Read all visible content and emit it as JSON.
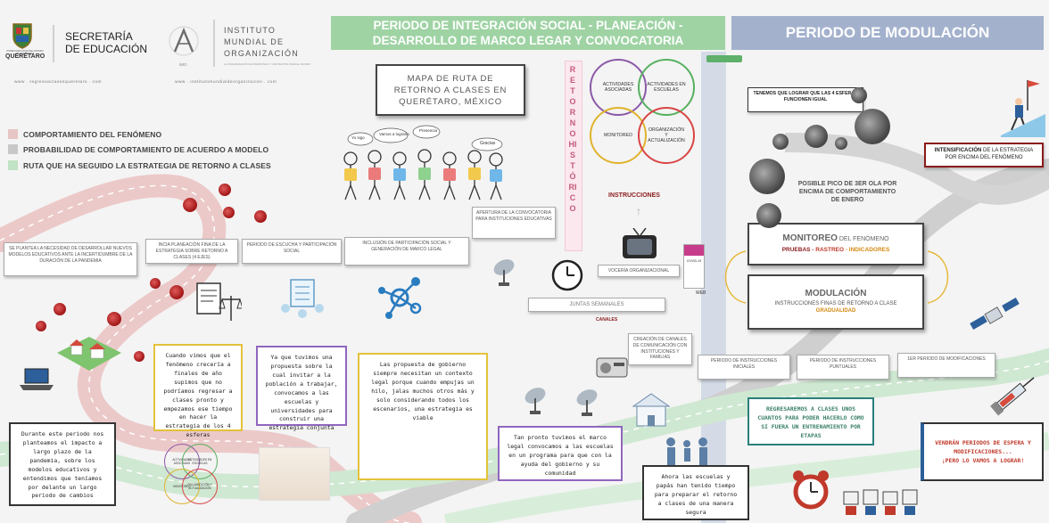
{
  "header": {
    "seal_caption": "PODER EJECUTIVO DEL ESTADO DE QUERÉTARO",
    "queretaro": "QUERÉTARO",
    "secretaria": "SECRETARÍA\nDE EDUCACIÓN",
    "secretaria_url": "www . regresoaclasesqueretaro . com",
    "instituto": "INSTITUTO\nMUNDIAL DE\nORGANIZACIÓN",
    "instituto_sub": "LA ORGANIZACIÓN EN PERSONAS Y CONTEXTOS PARA EL MUNDO",
    "imo": "IMO",
    "instituto_url": "www . institutomundialdeorganizacion . com"
  },
  "period_banner_1": "PERIODO DE INTEGRACIÓN SOCIAL - PLANEACIÓN -\nDESARROLLO DE MARCO LEGAR Y CONVOCATORIA",
  "period_banner_2": "PERIODO DE MODULACIÓN",
  "map_title": "MAPA DE RUTA DE\nRETORNO A CLASES EN\nQUERÉTARO, MÉXICO",
  "legend": {
    "item1": "COMPORTAMIENTO DEL FENÓMENO",
    "item2": "PROBABILIDAD DE COMPORTAMIENTO DE ACUERDO A MODELO",
    "item3": "RUTA QUE HA SEGUIDO LA ESTRATEGIA DE RETORNO A CLASES",
    "colors": {
      "item1": "#e8c5c5",
      "item2": "#c8c8c8",
      "item3": "#bfe3c4"
    }
  },
  "vertical_word": "RETORNO\nHISTÓRICO",
  "circles": {
    "c1": "ACTIVIDADES\nASOCIADAS",
    "c2": "ACTIVIDADES EN\nESCUELAS",
    "c3": "MONITOREO",
    "c4": "ORGANIZACIÓN\nY\nACTUALIZACIÓN"
  },
  "instrucciones": "INSTRUCCIONES",
  "speech": {
    "b1": "Yo sigo",
    "b2": "Vamos a lograrlo",
    "b3": "Presencia",
    "b4": "Gracias"
  },
  "boxes": {
    "b1": "SE PLANTEA LA NECESIDAD DE DESARROLLAR NUEVOS MODELOS EDUCATIVOS ANTE LA INCERTIDUMBRE DE LA DURACIÓN DE LA PANDEMIA",
    "b2": "INCIA PLANEACIÓN FINA DE LA ESTRATEGIA SOBRE RETORNO A CLASES (4 EJES)",
    "b3": "PERIODO DE ESCUCHA Y PARTICIPACIÓN SOCIAL",
    "b4": "INCLUSIÓN DE PARTICIPACIÓN SOCIAL Y GENERACIÓN DE MARCO LEGAL",
    "b5": "APERTURA DE LA CONVOCATORIA PARA INSTITUCIONES EDUCATIVAS",
    "b6": "CREACIÓN DE CANALES DE COMUNICACIÓN CON INSTITUCIONES Y FAMILIAS",
    "b7": "PERIODO DE INSTRUCCIONES INICIALES",
    "b8": "PERIODO DE INSTRUCCIONES PUNTUALES",
    "b9": "1ER PERIODO DE MODIFICACIONES"
  },
  "vocero": "VOCERÍA ORGANIZACIONAL",
  "web": "WEB",
  "juntas": "JUNTAS SEMANALES",
  "canales": "CANALES",
  "notes": {
    "n1": "Durante este periodo nos planteamos el impacto a largo plazo de la pandemia, sobre los modelos educativos y entendimos que teníamos por delante un largo periodo de cambios",
    "n2": "Cuando vimos que el fenómeno crecería a finales de año supimos que no podríamos regresar a clases pronto y empezamos ese tiempo en hacer la estrategia de los 4 esferas",
    "n3": "Ya que tuvimos una propuesta sobre la cual invitar a la población a trabajar, convocamos a las escuelas y universidades para construir una estrategia conjunta",
    "n4": "Las propuesta de gobierno siempre necesitan un contexto legal porque cuando empujas un hilo, jalas muchos otros más y solo considerando todos los escenarios, una estrategia es viable",
    "n5": "Tan pronto tuvimos el marco legal convocamos a las escuelas en un programa para que con la ayuda del gobierno y su comunidad",
    "n6": "Ahora las escuelas y papás han tenido tiempo para preparar el retorno a clases de una manera segura",
    "n7": "REGRESAREMOS A CLASES UNOS CUANTOS PARA PODER HACERLO COMO SI FUERA UN ENTRENAMIENTO POR ETAPAS",
    "n8": "VENDRÁN PERIODOS DE ESPERA Y MODIFICACIONES...\n¡PERO LO VAMOS A LOGRAR!"
  },
  "small_circles": {
    "s1": "ACTIVIDADES ASOCIADAS",
    "s2": "ACTIVIDADES EN ESCUELAS",
    "s3": "MONITOREO",
    "s4": "ORGANIZACIÓN Y ACTUALIZACIÓN"
  },
  "tenemos": "TENEMOS QUE LOGRAR QUE LAS 4 ESFERAS\nFUNCIONEN IGUAL",
  "intensificacion": {
    "bold": "INTENSIFICACIÓN",
    "rest": " DE LA ESTRATEGIA POR ENCIMA DEL FENÓMENO"
  },
  "pico": "POSIBLE PICO DE 3ER OLA POR\nENCIMA DE COMPORTAMIENTO\nDE ENERO",
  "monitoreo": {
    "title": "MONITOREO",
    "title_rest": " DEL FENÓMENO",
    "sub1": "PRUEBAS - ",
    "sub2": "RASTREO",
    "sub3": " - INDICADORES"
  },
  "modulacion": {
    "title": "MODULACIÓN",
    "sub": "INSTRUCCIONES FINAS DE RETORNO A CLASE",
    "sub2": "GRADUALIDAD"
  },
  "covid_card": "COVID-19"
}
